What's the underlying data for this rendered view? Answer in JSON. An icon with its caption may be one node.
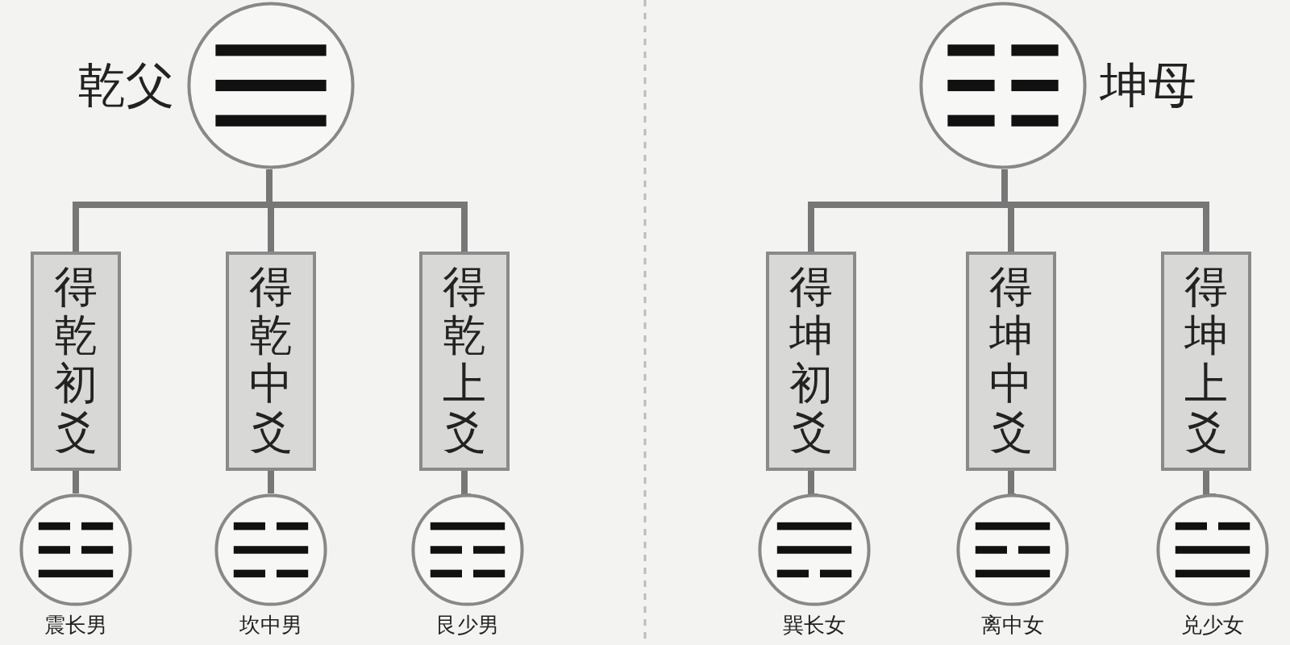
{
  "diagram": {
    "nodes": [
      {
        "text": [
          "乾父"
        ]
      },
      {
        "text": [
          "得乾初爻"
        ]
      },
      {
        "text": [
          "得乾中爻"
        ]
      },
      {
        "text": [
          "得乾上爻"
        ]
      },
      {
        "text": [
          "震长男"
        ]
      },
      {
        "text": [
          "坎中男"
        ]
      },
      {
        "text": [
          "艮少男"
        ]
      },
      {
        "text": [
          "坤母"
        ]
      },
      {
        "text": [
          "得坤初爻"
        ]
      },
      {
        "text": [
          "得坤中爻"
        ]
      },
      {
        "text": [
          "得坤上爻"
        ]
      },
      {
        "text": [
          "巽长女"
        ]
      },
      {
        "text": [
          "离中女"
        ]
      },
      {
        "text": [
          "兑少女"
        ]
      }
    ],
    "edges": [
      {
        "from": 0,
        "to": 1,
        "arrow": "none"
      },
      {
        "from": 0,
        "to": 2,
        "arrow": "none"
      },
      {
        "from": 0,
        "to": 3,
        "arrow": "none"
      },
      {
        "from": 1,
        "to": 4,
        "arrow": "none"
      },
      {
        "from": 2,
        "to": 5,
        "arrow": "none"
      },
      {
        "from": 3,
        "to": 6,
        "arrow": "none"
      },
      {
        "from": 7,
        "to": 8,
        "arrow": "none"
      },
      {
        "from": 7,
        "to": 9,
        "arrow": "none"
      },
      {
        "from": 7,
        "to": 10,
        "arrow": "none"
      },
      {
        "from": 8,
        "to": 11,
        "arrow": "none"
      },
      {
        "from": 9,
        "to": 12,
        "arrow": "none"
      },
      {
        "from": 10,
        "to": 13,
        "arrow": "none"
      }
    ]
  }
}
